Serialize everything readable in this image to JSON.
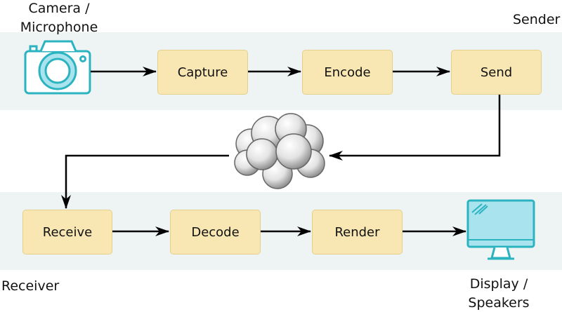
{
  "zones": {
    "sender": "Sender",
    "receiver": "Receiver"
  },
  "devices": {
    "source_line1": "Camera /",
    "source_line2": "Microphone",
    "sink_line1": "Display /",
    "sink_line2": "Speakers"
  },
  "sender_steps": [
    "Capture",
    "Encode",
    "Send"
  ],
  "receiver_steps": [
    "Receive",
    "Decode",
    "Render"
  ],
  "colors": {
    "step_fill": "#f8e7b3",
    "band": "#eef3f4",
    "device_icon": "#2bb3c0",
    "screen_fill": "#a9e3ee"
  },
  "icons": {
    "source": "camera-icon",
    "network": "cloud-icon",
    "sink": "monitor-icon"
  }
}
